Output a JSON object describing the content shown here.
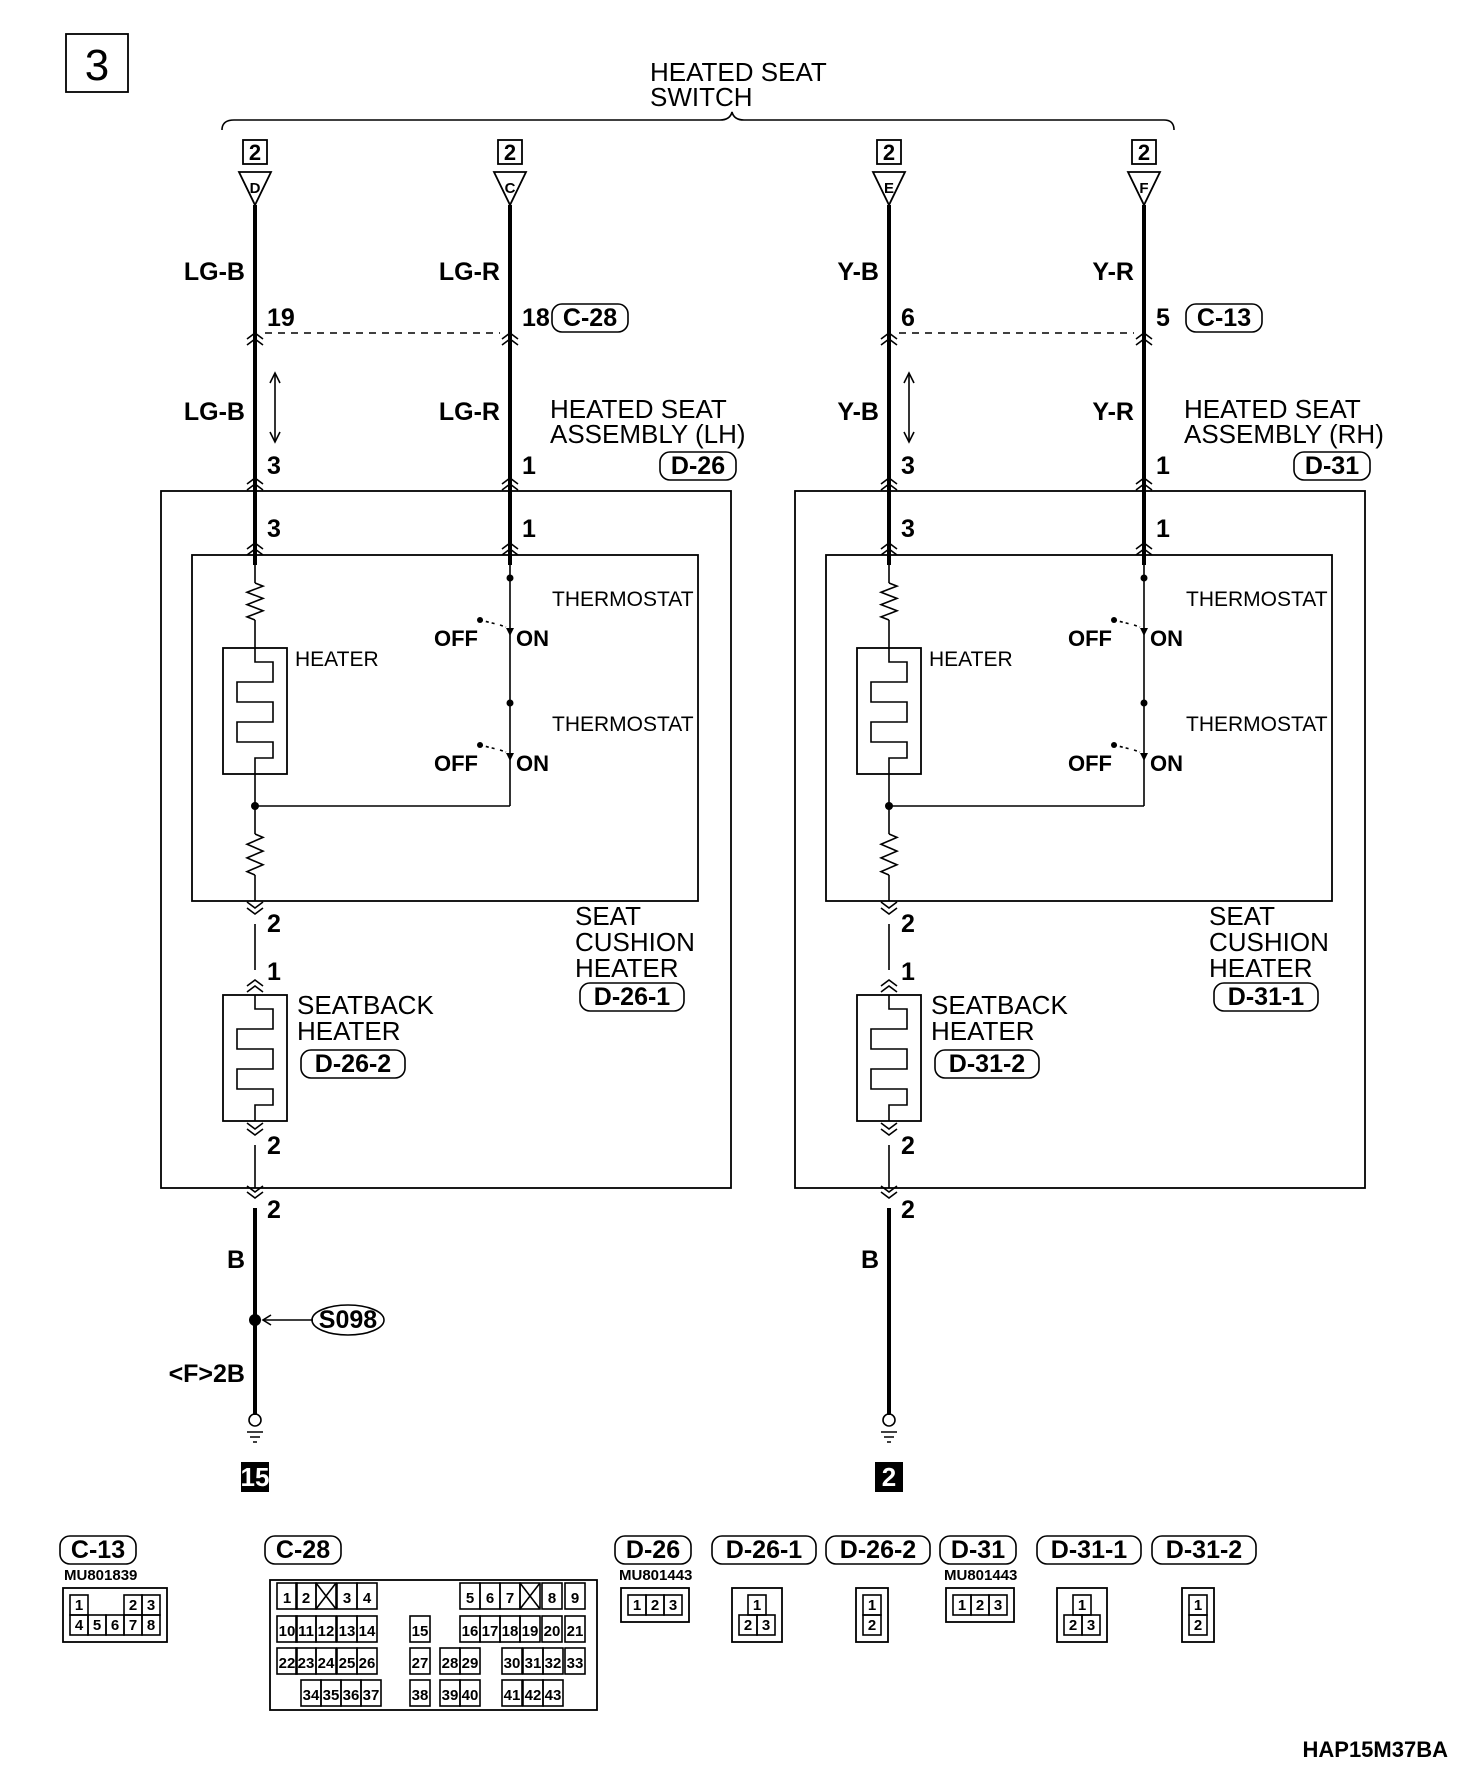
{
  "page_number": "3",
  "switch_label": [
    "HEATED SEAT",
    "SWITCH"
  ],
  "figure_code": "HAP15M37BA",
  "sides": [
    {
      "id": "lh",
      "terminals": [
        {
          "num": "2",
          "letter": "D"
        },
        {
          "num": "2",
          "letter": "C"
        }
      ],
      "wire_colors_upper": [
        "LG-B",
        "LG-R"
      ],
      "wire_colors_lower": [
        "LG-B",
        "LG-R"
      ],
      "junction_pins": [
        "19",
        "18"
      ],
      "junction_connector": "C-28",
      "assembly_label": [
        "HEATED SEAT",
        "ASSEMBLY (LH)"
      ],
      "assembly_connector": "D-26",
      "assembly_pins": [
        "3",
        "1"
      ],
      "inner_pins": [
        "3",
        "1"
      ],
      "heater_label": "HEATER",
      "thermostat_label": "THERMOSTAT",
      "switch_off": "OFF",
      "switch_on": "ON",
      "cushion_label": [
        "SEAT",
        "CUSHION",
        "HEATER"
      ],
      "cushion_connector": "D-26-1",
      "cushion_out_pin": "2",
      "seatback_in_pin": "1",
      "seatback_label": [
        "SEATBACK",
        "HEATER"
      ],
      "seatback_connector": "D-26-2",
      "seatback_out_pin": "2",
      "assembly_out_pin": "2",
      "ground_wire_color": "B",
      "splice": "S098",
      "ground_harness": "<F>2B",
      "ground_point": "15"
    },
    {
      "id": "rh",
      "terminals": [
        {
          "num": "2",
          "letter": "E"
        },
        {
          "num": "2",
          "letter": "F"
        }
      ],
      "wire_colors_upper": [
        "Y-B",
        "Y-R"
      ],
      "wire_colors_lower": [
        "Y-B",
        "Y-R"
      ],
      "junction_pins": [
        "6",
        "5"
      ],
      "junction_connector": "C-13",
      "assembly_label": [
        "HEATED SEAT",
        "ASSEMBLY (RH)"
      ],
      "assembly_connector": "D-31",
      "assembly_pins": [
        "3",
        "1"
      ],
      "inner_pins": [
        "3",
        "1"
      ],
      "heater_label": "HEATER",
      "thermostat_label": "THERMOSTAT",
      "switch_off": "OFF",
      "switch_on": "ON",
      "cushion_label": [
        "SEAT",
        "CUSHION",
        "HEATER"
      ],
      "cushion_connector": "D-31-1",
      "cushion_out_pin": "2",
      "seatback_in_pin": "1",
      "seatback_label": [
        "SEATBACK",
        "HEATER"
      ],
      "seatback_connector": "D-31-2",
      "seatback_out_pin": "2",
      "assembly_out_pin": "2",
      "ground_wire_color": "B",
      "ground_point": "2"
    }
  ],
  "connector_views": [
    {
      "name": "C-13",
      "part": "MU801839",
      "rows": [
        [
          "1",
          "",
          "",
          "2",
          "3"
        ],
        [
          "4",
          "5",
          "6",
          "7",
          "8"
        ]
      ]
    },
    {
      "name": "C-28",
      "rows": [
        [
          "1",
          "2",
          "",
          "3",
          "4",
          "5",
          "6",
          "7",
          "",
          "8",
          "9"
        ],
        [
          "10",
          "11",
          "12",
          "13",
          "14",
          "15",
          "16",
          "17",
          "18",
          "19",
          "20",
          "21"
        ],
        [
          "22",
          "23",
          "24",
          "25",
          "26",
          "27",
          "28",
          "29",
          "30",
          "31",
          "32",
          "33"
        ],
        [
          "34",
          "35",
          "36",
          "37",
          "38",
          "39",
          "40",
          "41",
          "42",
          "43"
        ]
      ]
    },
    {
      "name": "D-26",
      "part": "MU801443",
      "rows": [
        [
          "1",
          "2",
          "3"
        ]
      ]
    },
    {
      "name": "D-26-1",
      "rows": [
        [
          "1"
        ],
        [
          "2",
          "3"
        ]
      ]
    },
    {
      "name": "D-26-2",
      "rows": [
        [
          "1"
        ],
        [
          "2"
        ]
      ]
    },
    {
      "name": "D-31",
      "part": "MU801443",
      "rows": [
        [
          "1",
          "2",
          "3"
        ]
      ]
    },
    {
      "name": "D-31-1",
      "rows": [
        [
          "1"
        ],
        [
          "2",
          "3"
        ]
      ]
    },
    {
      "name": "D-31-2",
      "rows": [
        [
          "1"
        ],
        [
          "2"
        ]
      ]
    }
  ]
}
